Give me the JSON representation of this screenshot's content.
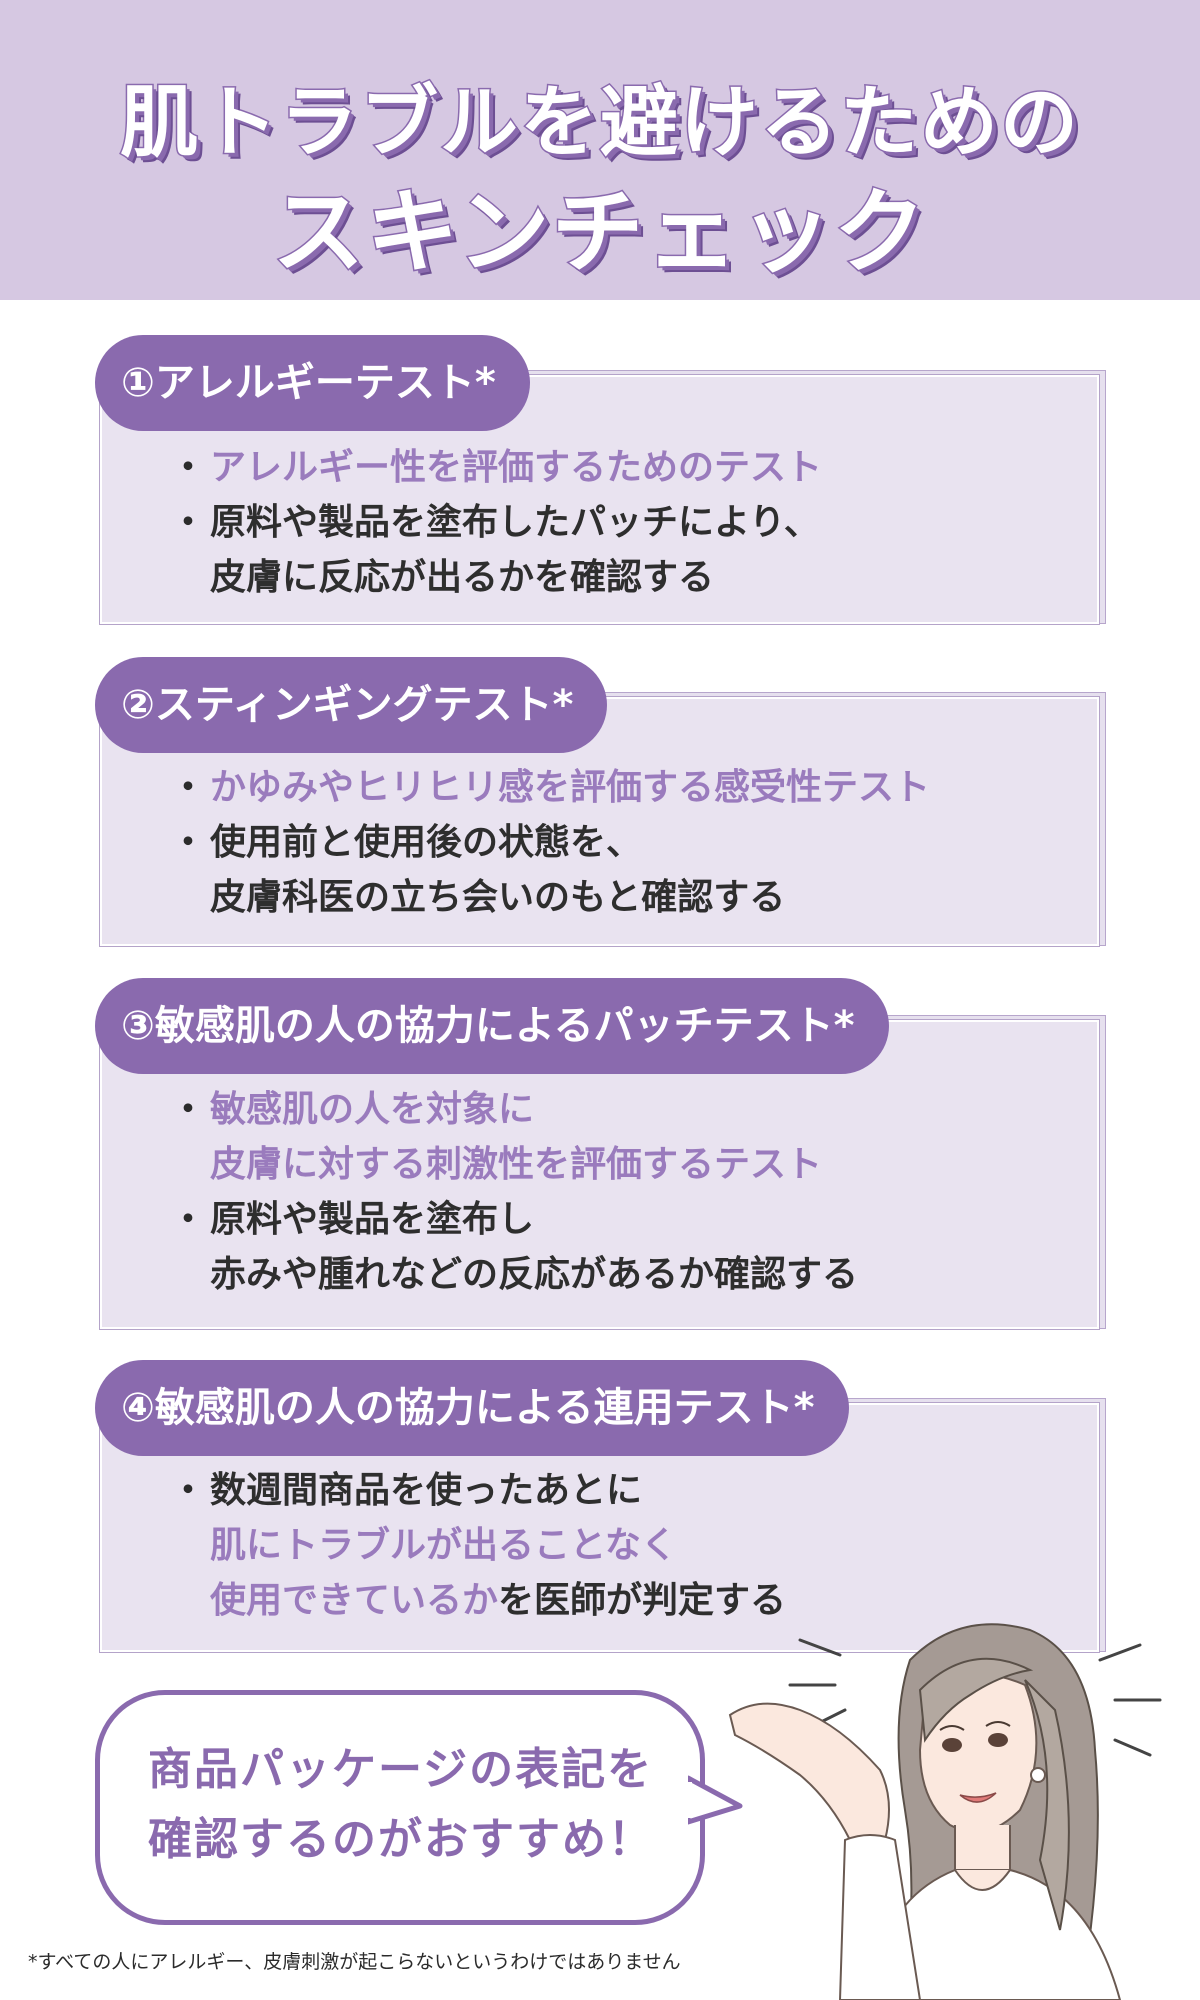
{
  "header": {
    "title_line1": "肌トラブルを避けるための",
    "title_line2": "スキンチェック"
  },
  "sections": [
    {
      "label": "①アレルギーテスト*",
      "bullets": [
        {
          "lines": [
            "アレルギー性を評価するためのテスト"
          ],
          "color": "purple"
        },
        {
          "lines": [
            "原料や製品を塗布したパッチにより、",
            "皮膚に反応が出るかを確認する"
          ],
          "color": "dark"
        }
      ]
    },
    {
      "label": "②スティンギングテスト*",
      "bullets": [
        {
          "lines": [
            "かゆみやヒリヒリ感を評価する感受性テスト"
          ],
          "color": "purple"
        },
        {
          "lines": [
            "使用前と使用後の状態を、",
            "皮膚科医の立ち会いのもと確認する"
          ],
          "color": "dark"
        }
      ]
    },
    {
      "label": "③敏感肌の人の協力によるパッチテスト*",
      "bullets": [
        {
          "lines": [
            "敏感肌の人を対象に",
            "皮膚に対する刺激性を評価するテスト"
          ],
          "color": "purple"
        },
        {
          "lines": [
            "原料や製品を塗布し",
            "赤みや腫れなどの反応があるか確認する"
          ],
          "color": "dark"
        }
      ]
    },
    {
      "label": "④敏感肌の人の協力による連用テスト*",
      "bullets": [
        {
          "line1": "数週間商品を使ったあとに",
          "line2": "肌にトラブルが出ることなく",
          "line3_purple": "使用できているか",
          "line3_dark": "を医師が判定する"
        }
      ]
    }
  ],
  "bubble": {
    "line1": "商品パッケージの表記を",
    "line2": "確認するのがおすすめ！"
  },
  "footnote": "*すべての人にアレルギー、皮膚刺激が起こらないというわけではありません",
  "bullet_symbol": "・",
  "colors": {
    "header_bg": "#d6c8e2",
    "accent": "#8a6aae",
    "accent_text": "#9a7bbd",
    "card_bg": "#e9e3f0"
  },
  "icons": [
    "woman-illustration",
    "emphasis-lines"
  ]
}
